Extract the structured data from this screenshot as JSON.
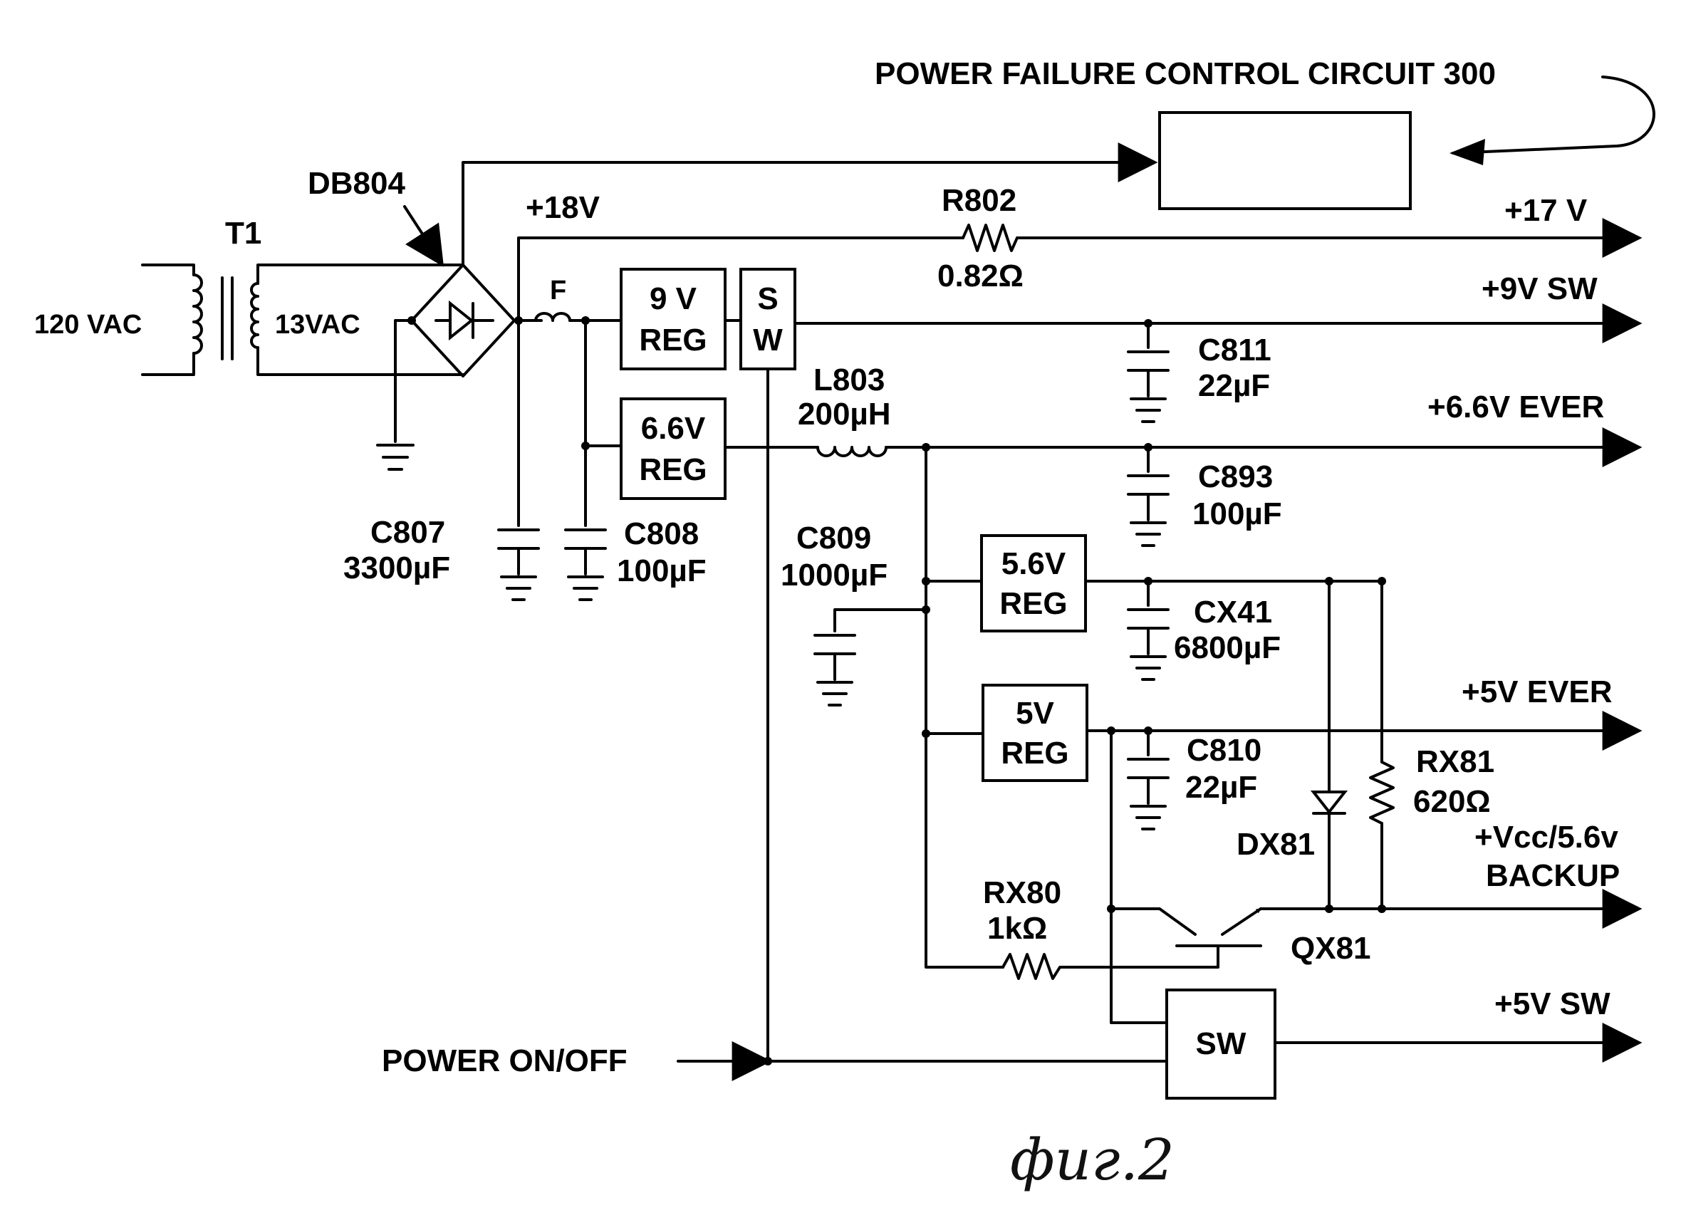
{
  "diagram": {
    "title": "POWER FAILURE CONTROL CIRCUIT 300",
    "figure_caption": "фиг.2",
    "input": {
      "mains": "120 VAC",
      "transformer": "T1",
      "secondary": "13VAC",
      "bridge": "DB804"
    },
    "fuse": "F",
    "rail_18v": "+18V",
    "power_switch_input": "POWER ON/OFF",
    "outputs": {
      "v17": "+17 V",
      "v9sw": "+9V SW",
      "v66ever": "+6.6V EVER",
      "v5ever": "+5V EVER",
      "vcc_backup_1": "+Vcc/5.6v",
      "vcc_backup_2": "BACKUP",
      "v5sw": "+5V SW"
    },
    "blocks": {
      "reg9_l1": "9 V",
      "reg9_l2": "REG",
      "sw_top_l1": "S",
      "sw_top_l2": "W",
      "reg66_l1": "6.6V",
      "reg66_l2": "REG",
      "reg56_l1": "5.6V",
      "reg56_l2": "REG",
      "reg5_l1": "5V",
      "reg5_l2": "REG",
      "sw_bottom": "SW"
    },
    "components": {
      "r802_name": "R802",
      "r802_value": "0.82Ω",
      "c811_name": "C811",
      "c811_value": "22µF",
      "l803_name": "L803",
      "l803_value": "200µH",
      "c893_name": "C893",
      "c893_value": "100µF",
      "c807_name": "C807",
      "c807_value": "3300µF",
      "c808_name": "C808",
      "c808_value": "100µF",
      "c809_name": "C809",
      "c809_value": "1000µF",
      "cx41_name": "CX41",
      "cx41_value": "6800µF",
      "c810_name": "C810",
      "c810_value": "22µF",
      "rx81_name": "RX81",
      "rx81_value": "620Ω",
      "dx81_name": "DX81",
      "rx80_name": "RX80",
      "rx80_value": "1kΩ",
      "qx81_name": "QX81"
    }
  }
}
